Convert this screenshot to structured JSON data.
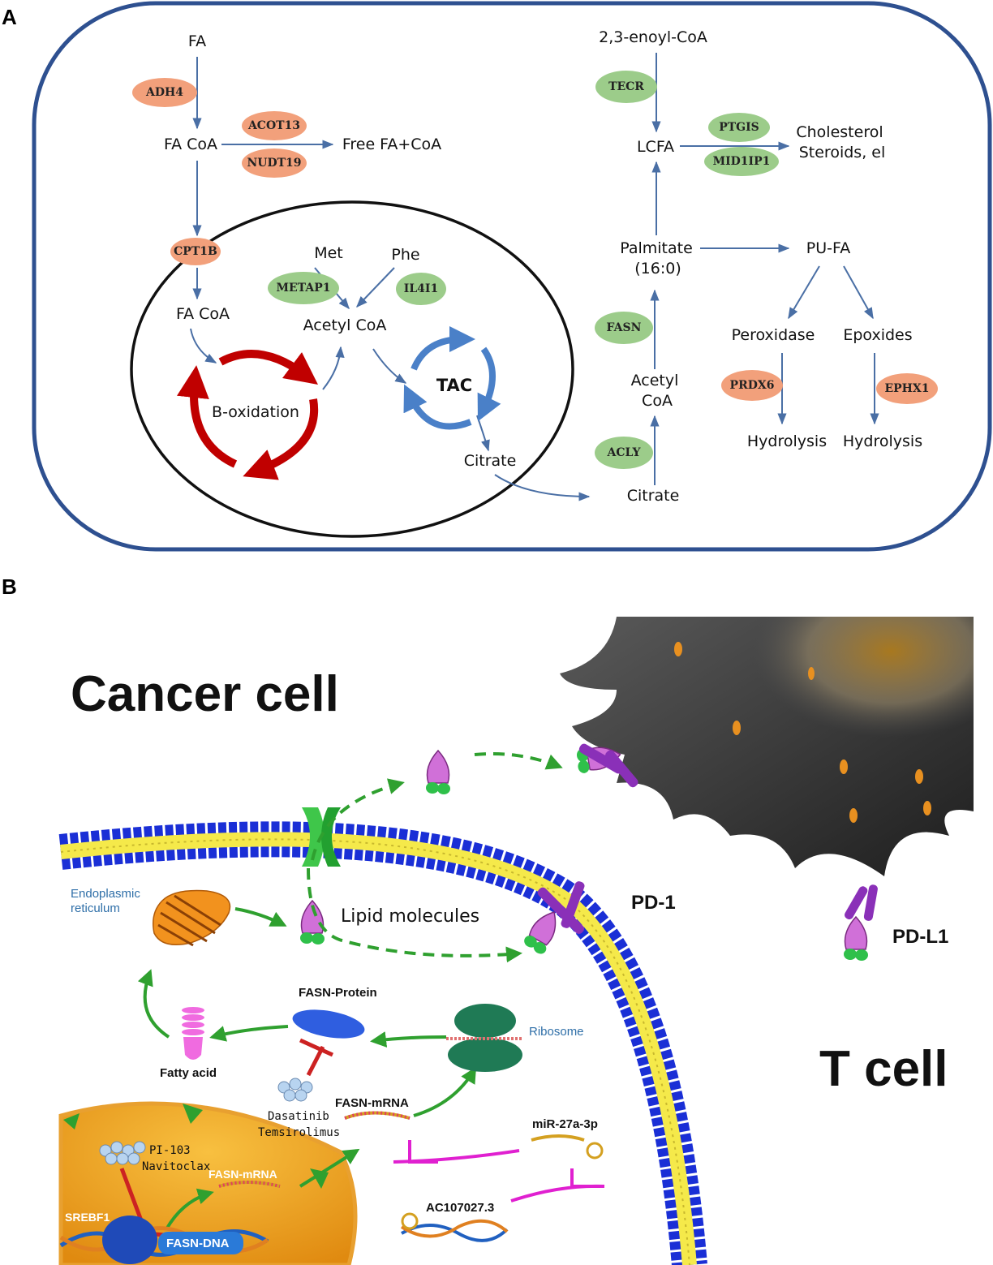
{
  "panel_a": {
    "label": "A",
    "metabolites": {
      "fa": "FA",
      "fa_coa": "FA CoA",
      "free_fa_coa": "Free FA+CoA",
      "fa_coa_mito": "FA CoA",
      "b_oxidation": "B-oxidation",
      "met": "Met",
      "phe": "Phe",
      "acetyl_coa_mito": "Acetyl CoA",
      "tac": "TAC",
      "citrate_mito": "Citrate",
      "enoyl_coa": "2,3-enoyl-CoA",
      "lcfa": "LCFA",
      "cholesterol": "Cholesterol",
      "steroids": "Steroids, el",
      "palmitate": "Palmitate",
      "palmitate_sub": "(16:0)",
      "pu_fa": "PU-FA",
      "peroxidase": "Peroxidase",
      "epoxides": "Epoxides",
      "hydrolysis_1": "Hydrolysis",
      "hydrolysis_2": "Hydrolysis",
      "acetyl": "Acetyl",
      "coa": "CoA",
      "citrate_cyto": "Citrate"
    },
    "enzymes": {
      "adh4": "ADH4",
      "acot13": "ACOT13",
      "nudt19": "NUDT19",
      "cpt1b": "CPT1B",
      "metap1": "METAP1",
      "il4i1": "IL4I1",
      "tecr": "TECR",
      "ptgis": "PTGIS",
      "mid1ip1": "MID1IP1",
      "fasn": "FASN",
      "acly": "ACLY",
      "prdx6": "PRDX6",
      "ephx1": "EPHX1"
    },
    "colors": {
      "cell_border": "#2e5090",
      "arrow": "#4a6fa5",
      "orange_enzyme": "#f2a07b",
      "green_enzyme": "#9ccc8a",
      "b_oxidation_cycle": "#c00000",
      "tac_cycle": "#4a80c8"
    }
  },
  "panel_b": {
    "label": "B",
    "cancer_cell": "Cancer cell",
    "t_cell": "T cell",
    "pd1": "PD-1",
    "pdl1": "PD-L1",
    "lipid_molecules": "Lipid molecules",
    "er_line1": "Endoplasmic",
    "er_line2": "reticulum",
    "fasn_protein": "FASN-Protein",
    "ribosome": "Ribosome",
    "fatty_acid": "Fatty acid",
    "drug1_line1": "Dasatinib",
    "drug1_line2": "Temsirolimus",
    "fasn_mrna_cyto": "FASN-mRNA",
    "mir": "miR-27a-3p",
    "drug2_line1": "PI-103",
    "drug2_line2": "Navitoclax",
    "fasn_mrna_nuc": "FASN-mRNA",
    "srebf1": "SREBF1",
    "fasn_dna": "FASN-DNA",
    "lncrna": "AC107027.3",
    "colors": {
      "membrane_head": "#1a2fd6",
      "membrane_tail": "#f5e94a",
      "nucleus": "#f0a020",
      "arrow_green": "#2fa02f",
      "inhibit_red": "#cc2222",
      "inhibit_magenta": "#e020d0",
      "tcell": "#3a3a3a"
    }
  }
}
